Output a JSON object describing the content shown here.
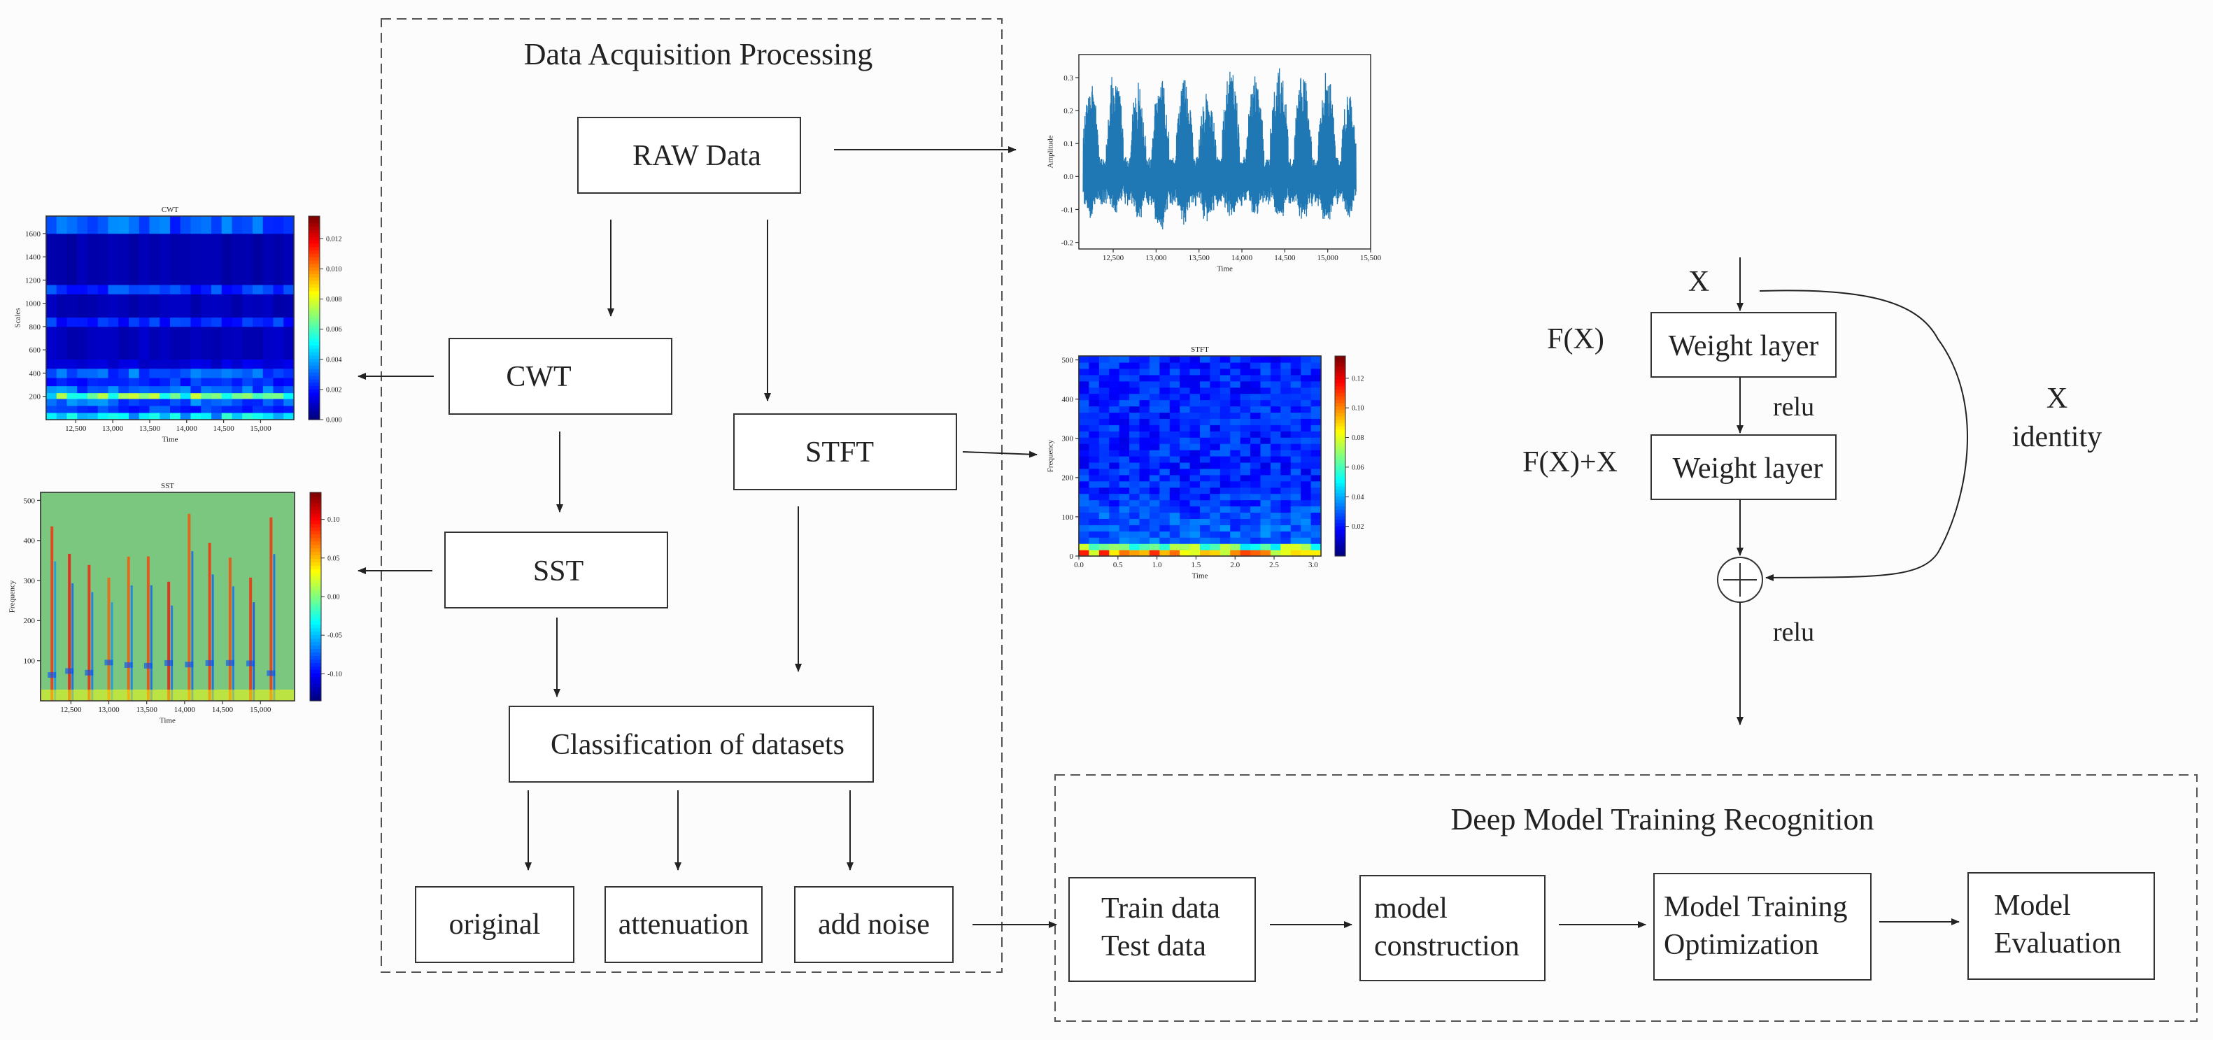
{
  "diagram": {
    "sections": {
      "acquisition": "Data Acquisition Processing",
      "training": "Deep Model Training Recognition"
    },
    "boxes": {
      "raw": "RAW Data",
      "cwt": "CWT",
      "stft": "STFT",
      "sst": "SST",
      "classify": "Classification of datasets",
      "original": "original",
      "attenuation": "attenuation",
      "noise": "add noise",
      "traintest": [
        "Train data",
        "Test data"
      ],
      "construction": [
        "model",
        "construction"
      ],
      "optimization": [
        "Model Training",
        "Optimization"
      ],
      "evaluation": [
        "Model",
        "Evaluation"
      ]
    },
    "residual": {
      "x_in": "X",
      "fx": "F(X)",
      "weight1": "Weight layer",
      "relu1": "relu",
      "fxx": "F(X)+X",
      "weight2": "Weight layer",
      "relu2": "relu",
      "x_skip": "X",
      "identity": "identity"
    }
  },
  "chart_data": [
    {
      "type": "line",
      "name": "raw-signal",
      "title": "",
      "xlabel": "Time",
      "ylabel": "Amplitude",
      "xlim": [
        12100,
        15500
      ],
      "ylim": [
        -0.22,
        0.37
      ],
      "xticks": [
        "12,500",
        "13,000",
        "13,500",
        "14,000",
        "14,500",
        "15,000",
        "15,500"
      ],
      "yticks": [
        "-0.2",
        "-0.1",
        "0.0",
        "0.1",
        "0.2",
        "0.3"
      ],
      "color": "#1f77b4",
      "bursts": [
        {
          "start": 12150,
          "end": 12330,
          "peak": 0.29,
          "trough": -0.12
        },
        {
          "start": 12420,
          "end": 12620,
          "peak": 0.32,
          "trough": -0.11
        },
        {
          "start": 12700,
          "end": 12880,
          "peak": 0.27,
          "trough": -0.12
        },
        {
          "start": 12950,
          "end": 13150,
          "peak": 0.31,
          "trough": -0.16
        },
        {
          "start": 13230,
          "end": 13430,
          "peak": 0.3,
          "trough": -0.13
        },
        {
          "start": 13500,
          "end": 13700,
          "peak": 0.26,
          "trough": -0.14
        },
        {
          "start": 13770,
          "end": 13970,
          "peak": 0.33,
          "trough": -0.12
        },
        {
          "start": 14050,
          "end": 14260,
          "peak": 0.29,
          "trough": -0.12
        },
        {
          "start": 14330,
          "end": 14540,
          "peak": 0.33,
          "trough": -0.13
        },
        {
          "start": 14610,
          "end": 14810,
          "peak": 0.33,
          "trough": -0.12
        },
        {
          "start": 14890,
          "end": 15090,
          "peak": 0.31,
          "trough": -0.14
        },
        {
          "start": 15160,
          "end": 15330,
          "peak": 0.26,
          "trough": -0.13
        }
      ]
    },
    {
      "type": "heatmap",
      "name": "CWT",
      "title": "CWT",
      "xlabel": "Time",
      "ylabel": "Scales",
      "xlim": [
        12100,
        15450
      ],
      "ylim": [
        0,
        1750
      ],
      "xticks": [
        "12,500",
        "13,000",
        "13,500",
        "14,000",
        "14,500",
        "15,000"
      ],
      "yticks": [
        "200",
        "400",
        "600",
        "800",
        "1000",
        "1200",
        "1400",
        "1600"
      ],
      "colorbar": {
        "min": 0.0,
        "max": 0.0135,
        "ticks": [
          "0.000",
          "0.002",
          "0.004",
          "0.006",
          "0.008",
          "0.010",
          "0.012"
        ]
      },
      "bands": [
        {
          "from": 0,
          "to": 60,
          "level": 0.0045
        },
        {
          "from": 60,
          "to": 120,
          "level": 0.0025
        },
        {
          "from": 120,
          "to": 180,
          "level": 0.003
        },
        {
          "from": 180,
          "to": 230,
          "level": 0.006
        },
        {
          "from": 230,
          "to": 290,
          "level": 0.003
        },
        {
          "from": 290,
          "to": 360,
          "level": 0.0022
        },
        {
          "from": 360,
          "to": 440,
          "level": 0.0028
        },
        {
          "from": 440,
          "to": 520,
          "level": 0.0012
        },
        {
          "from": 520,
          "to": 800,
          "level": 0.0008
        },
        {
          "from": 800,
          "to": 880,
          "level": 0.0022
        },
        {
          "from": 880,
          "to": 1080,
          "level": 0.0007
        },
        {
          "from": 1080,
          "to": 1160,
          "level": 0.0024
        },
        {
          "from": 1160,
          "to": 1600,
          "level": 0.0006
        },
        {
          "from": 1600,
          "to": 1750,
          "level": 0.0028
        }
      ]
    },
    {
      "type": "heatmap",
      "name": "SST",
      "title": "SST",
      "xlabel": "Time",
      "ylabel": "Frequency",
      "xlim": [
        12100,
        15450
      ],
      "ylim": [
        0,
        520
      ],
      "xticks": [
        "12,500",
        "13,000",
        "13,500",
        "14,000",
        "14,500",
        "15,000"
      ],
      "yticks": [
        "100",
        "200",
        "300",
        "400",
        "500"
      ],
      "colorbar": {
        "min": -0.135,
        "max": 0.135,
        "ticks": [
          "0.10",
          "0.05",
          "0.00",
          "-0.05",
          "-0.10"
        ]
      },
      "background_level": 0.0,
      "streaks": [
        12250,
        12480,
        12740,
        13000,
        13260,
        13520,
        13790,
        14060,
        14330,
        14600,
        14870,
        15140
      ]
    },
    {
      "type": "heatmap",
      "name": "STFT",
      "title": "STFT",
      "xlabel": "Time",
      "ylabel": "Frequency",
      "xlim": [
        0,
        3.1
      ],
      "ylim": [
        0,
        510
      ],
      "xticks": [
        "0.0",
        "0.5",
        "1.0",
        "1.5",
        "2.0",
        "2.5",
        "3.0"
      ],
      "yticks": [
        "0",
        "100",
        "200",
        "300",
        "400",
        "500"
      ],
      "colorbar": {
        "min": 0.0,
        "max": 0.135,
        "ticks": [
          "0.02",
          "0.04",
          "0.06",
          "0.08",
          "0.10",
          "0.12"
        ]
      },
      "time_bins": 24,
      "freq_bins": 32
    }
  ]
}
